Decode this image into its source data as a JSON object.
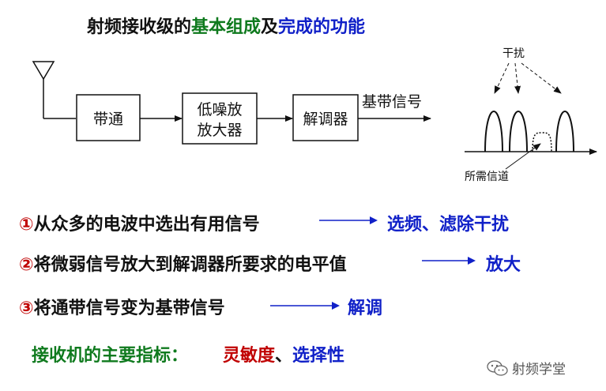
{
  "title": {
    "part1": "射频接收级的",
    "part2": "基本组成",
    "part3": "及",
    "part4": "完成的功能"
  },
  "diagram": {
    "blocks": [
      {
        "lines": [
          "带通"
        ]
      },
      {
        "lines": [
          "低噪放",
          "放大器"
        ]
      },
      {
        "lines": [
          "解调器"
        ]
      }
    ],
    "output_label": "基带信号",
    "spectrum": {
      "interference_label": "干扰",
      "desired_label": "所需信道"
    }
  },
  "functions": [
    {
      "num": "①",
      "text": "从众多的电波中选出有用信号",
      "result": "选频、滤除干扰"
    },
    {
      "num": "②",
      "text": "将微弱信号放大到解调器所要求的电平值",
      "result": "放大"
    },
    {
      "num": "③",
      "text": "将通带信号变为基带信号",
      "result": "解调"
    }
  ],
  "indicators": {
    "label": "接收机的主要指标：",
    "item1": "灵敏度",
    "separator": "、",
    "item2": "选择性"
  },
  "watermark": {
    "icon": "wechat-icon",
    "text": "射频学堂"
  }
}
